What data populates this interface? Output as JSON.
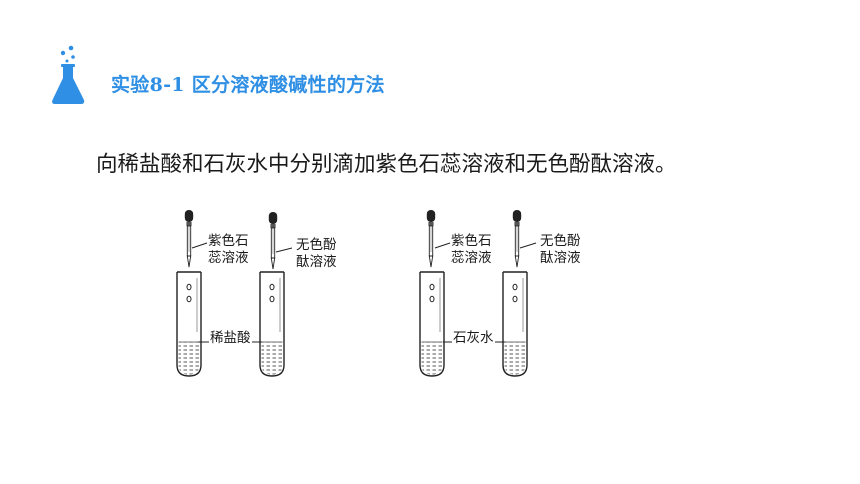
{
  "header": {
    "title": "实验8-1  区分溶液酸碱性的方法",
    "icon": "flask-icon",
    "accent_color": "#2f8fe4"
  },
  "instruction": "向稀盐酸和石灰水中分别滴加紫色石蕊溶液和无色酚酞溶液。",
  "experiments": [
    {
      "solution_label": "稀盐酸",
      "dropper_labels": [
        [
          "紫色石",
          "蕊溶液"
        ],
        [
          "无色酚",
          "酞溶液"
        ]
      ]
    },
    {
      "solution_label": "石灰水",
      "dropper_labels": [
        [
          "紫色石",
          "蕊溶液"
        ],
        [
          "无色酚",
          "酞溶液"
        ]
      ]
    }
  ]
}
